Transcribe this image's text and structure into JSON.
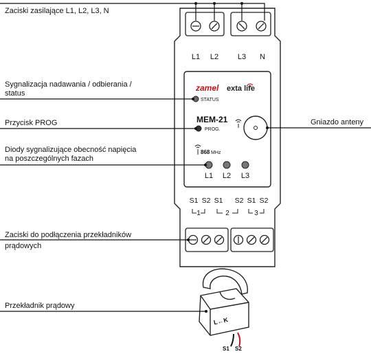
{
  "callouts": {
    "power_terminals": "Zaciski zasilające L1, L2, L3, N",
    "status_line1": "Sygnalizacja nadawania / odbierania /",
    "status_line2": "status",
    "prog_button": "Przycisk PROG",
    "diodes_line1": "Diody sygnalizujące obecność napięcia",
    "diodes_line2": "na poszczególnych fazach",
    "ct_terminals_line1": "Zaciski do podłączenia przekładników",
    "ct_terminals_line2": "prądowych",
    "current_transformer": "Przekładnik prądowy",
    "antenna_socket": "Gniazdo anteny"
  },
  "device": {
    "top_terminal_labels": [
      "L1",
      "L2",
      "L3",
      "N"
    ],
    "brand": "zamel",
    "brand_sub": "exta life",
    "status_label": "STATUS",
    "model": "MEM-21",
    "prog_label": "PROG.",
    "radio_freq": "868",
    "radio_unit": "MHz",
    "led_labels": [
      "L1",
      "L2",
      "L3"
    ],
    "ct_terminal_labels": [
      "S1",
      "S2",
      "S1",
      "S2",
      "S1",
      "S2"
    ],
    "ct_group_labels": [
      "1",
      "2",
      "3"
    ]
  },
  "transformer": {
    "marking": "L←K",
    "wire_labels": [
      "S1",
      "S2"
    ]
  }
}
